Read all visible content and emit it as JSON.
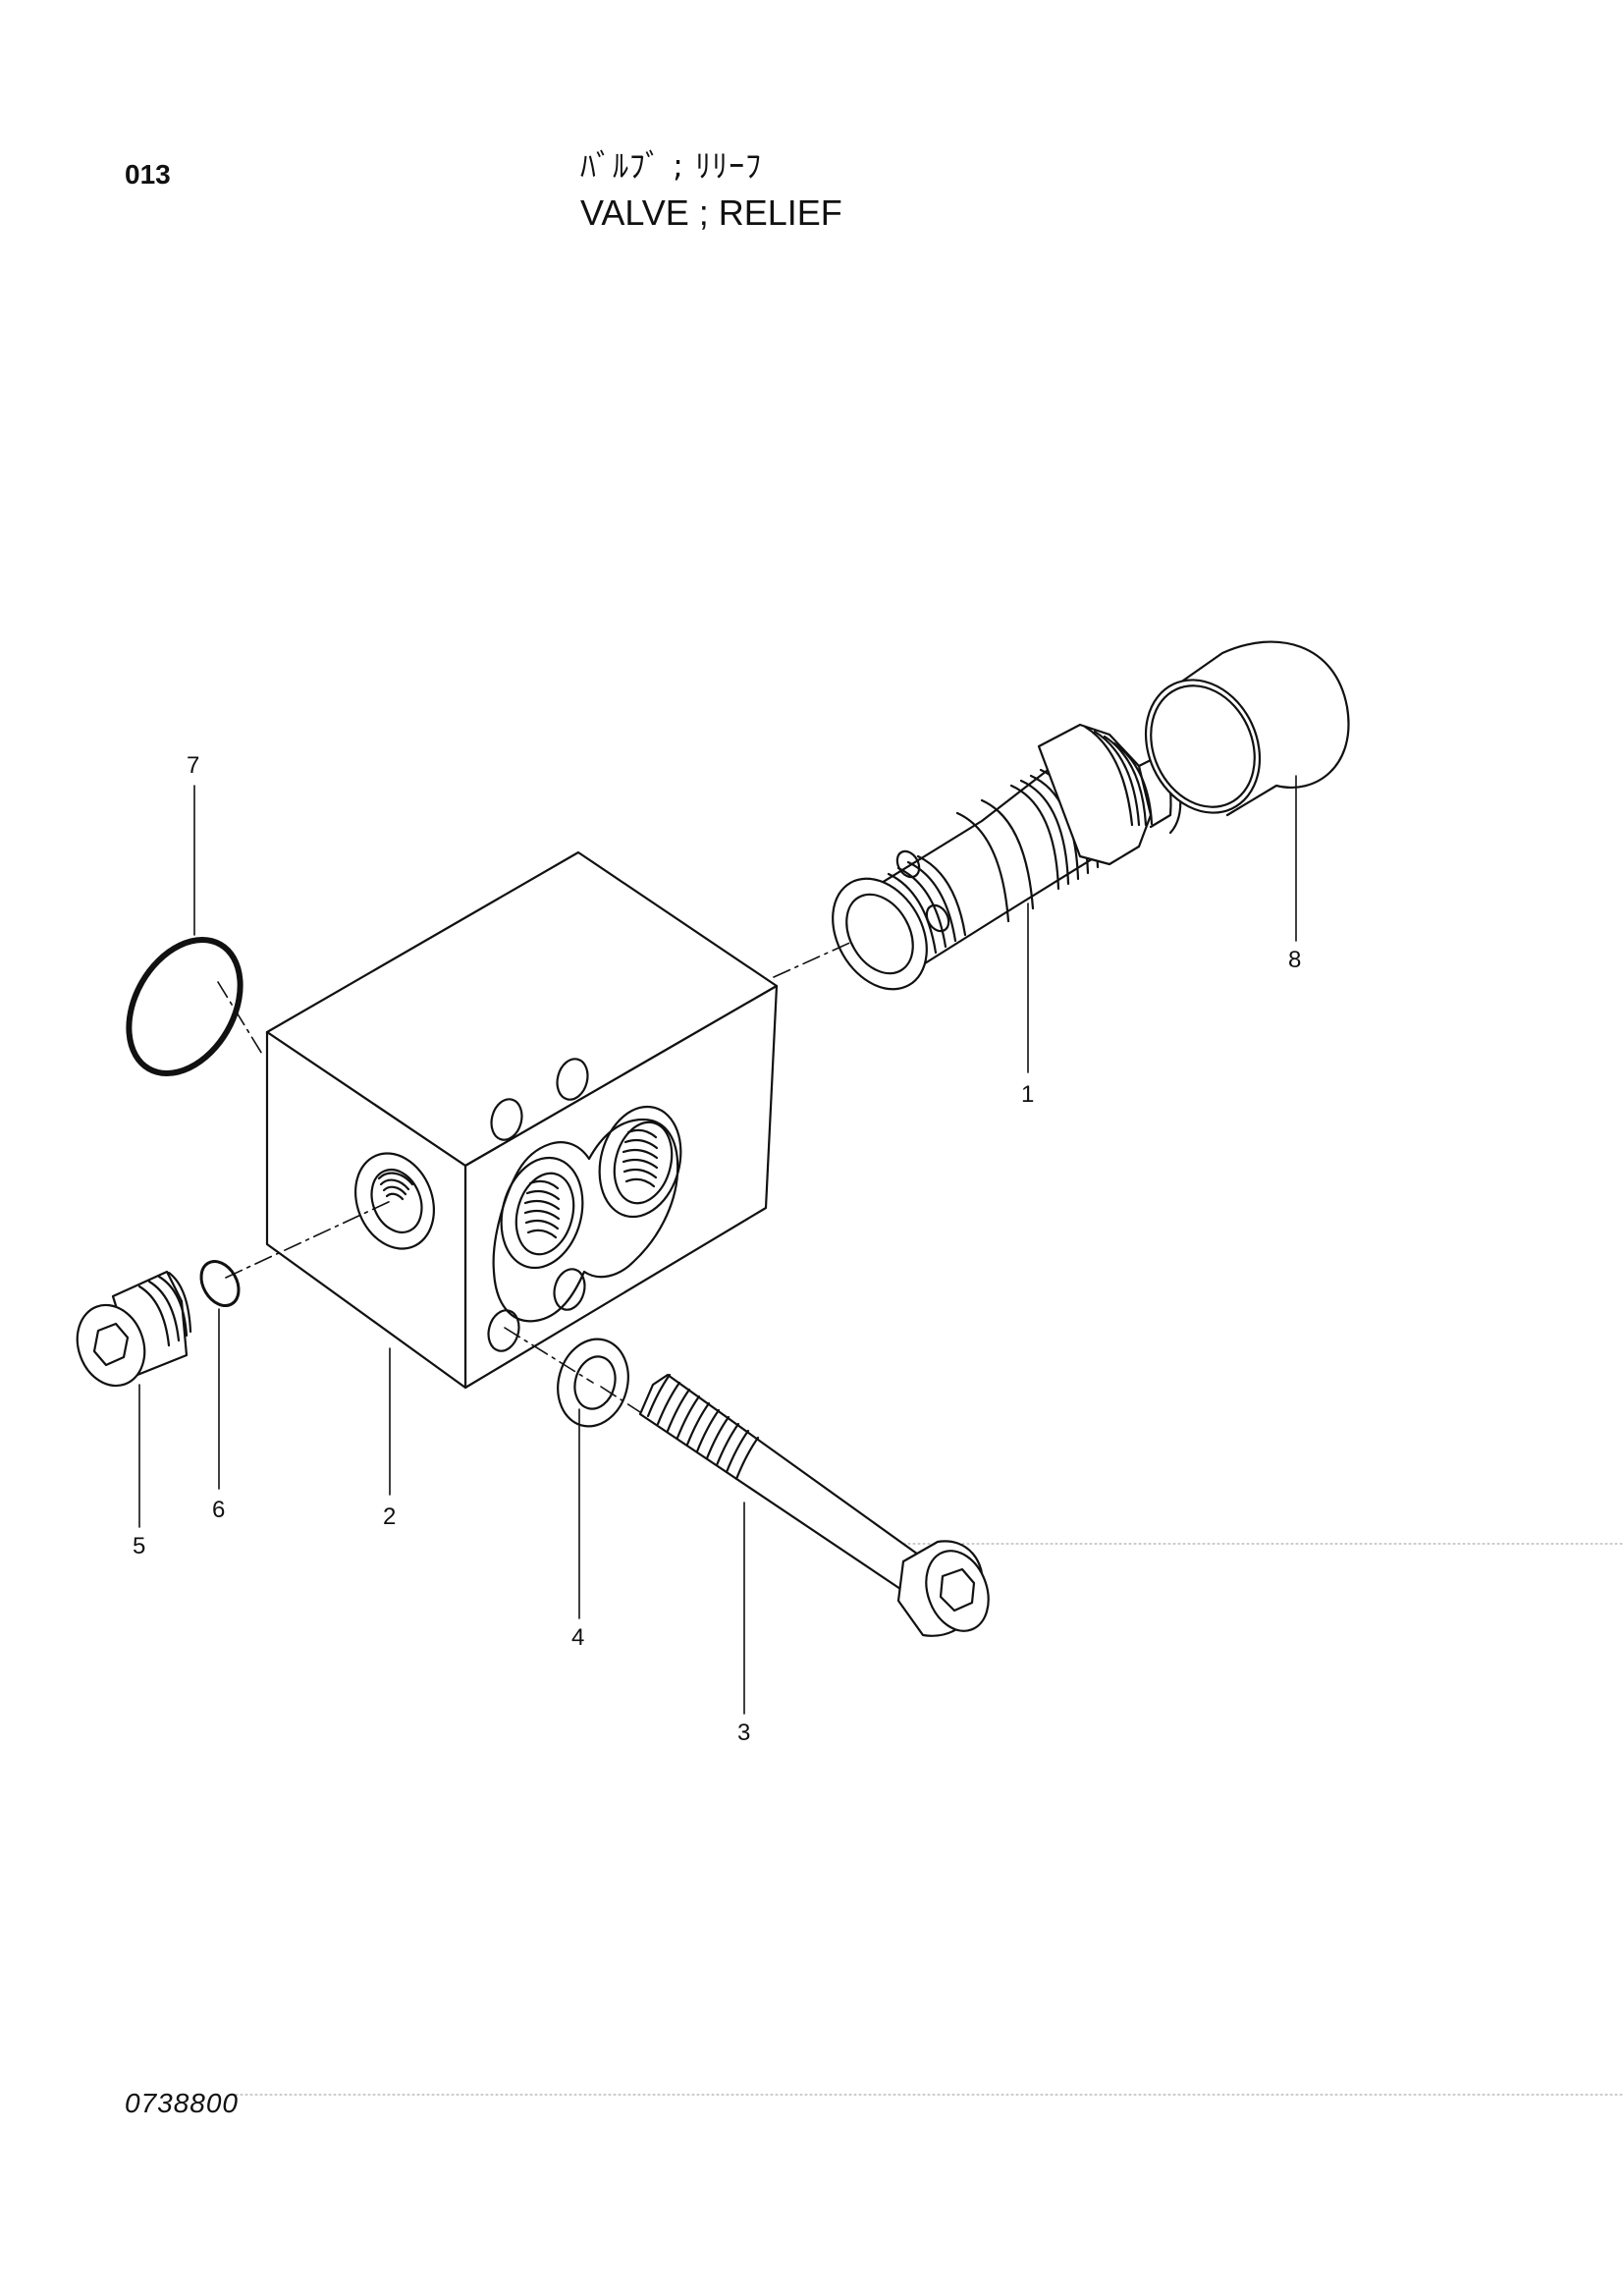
{
  "header": {
    "page_number": "013",
    "title_jp": "ﾊﾞﾙﾌﾞ ; ﾘﾘｰﾌ",
    "title_en": "VALVE ; RELIEF"
  },
  "footer": {
    "document_number": "0738800"
  },
  "diagram": {
    "callouts": [
      {
        "id": "callout-1",
        "label": "1"
      },
      {
        "id": "callout-2",
        "label": "2"
      },
      {
        "id": "callout-3",
        "label": "3"
      },
      {
        "id": "callout-4",
        "label": "4"
      },
      {
        "id": "callout-5",
        "label": "5"
      },
      {
        "id": "callout-6",
        "label": "6"
      },
      {
        "id": "callout-7",
        "label": "7"
      },
      {
        "id": "callout-8",
        "label": "8"
      }
    ]
  }
}
